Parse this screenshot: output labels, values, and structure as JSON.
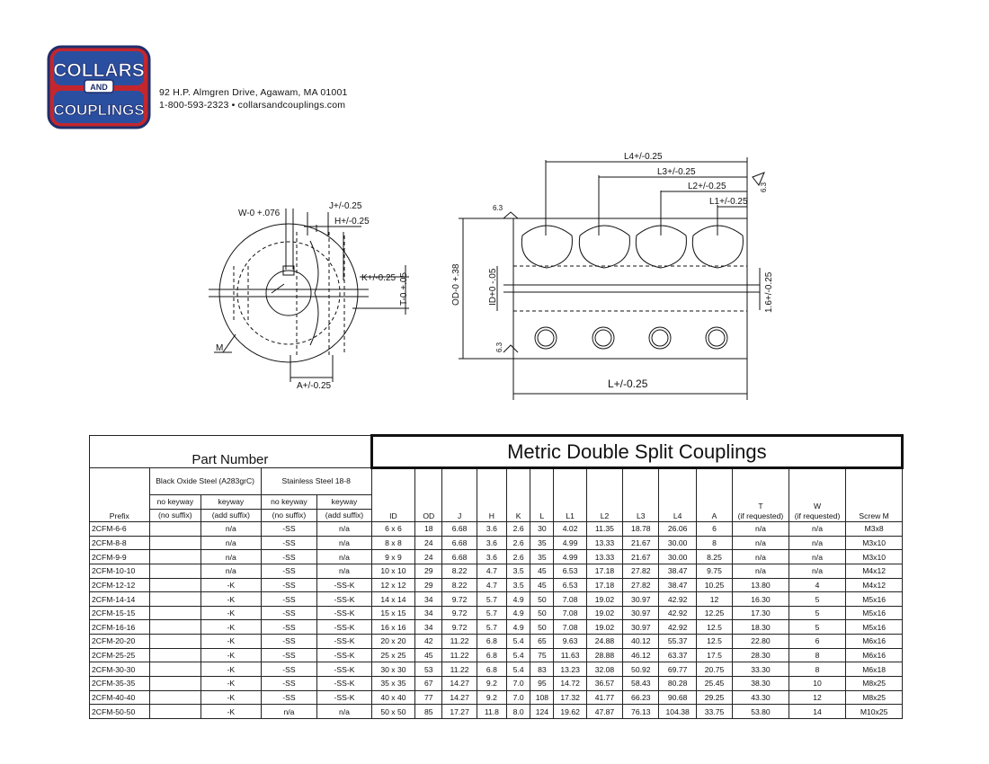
{
  "brand": {
    "logo_line1": "COLLARS",
    "logo_and": "AND",
    "logo_line2": "COUPLINGS",
    "address": "92 H.P. Almgren Drive, Agawam, MA 01001",
    "contact": "1-800-593-2323 • collarsandcouplings.com",
    "colors": {
      "blue": "#2b4fa0",
      "red": "#c4262e",
      "navy": "#1f2f6b"
    }
  },
  "drawing_labels": {
    "w": "W-0 +.076",
    "j": "J+/-0.25",
    "h": "H+/-0.25",
    "k": "K+/-0.25",
    "t": "T-0 +.05",
    "m": "M",
    "a": "A+/-0.25",
    "l4": "L4+/-0.25",
    "l3": "L3+/-0.25",
    "l2": "L2+/-0.25",
    "l1": "L1+/-0.25",
    "od": "OD-0 +.38",
    "id": "ID+0 -.05",
    "gap": "1.6+/-0.25",
    "l": "L+/-0.25",
    "finish": "6.3"
  },
  "table": {
    "part_number": "Part Number",
    "title": "Metric Double Split Couplings",
    "group_black": "Black Oxide Steel (A283grC)",
    "group_stainless": "Stainless Steel 18-8",
    "sub_no_keyway": "no keyway",
    "sub_keyway": "keyway",
    "sub_no_suffix": "(no suffix)",
    "sub_add_suffix": "(add suffix)",
    "col_prefix": "Prefix",
    "col_id": "ID",
    "col_od": "OD",
    "col_j": "J",
    "col_h": "H",
    "col_k": "K",
    "col_l": "L",
    "col_l1": "L1",
    "col_l2": "L2",
    "col_l3": "L3",
    "col_l4": "L4",
    "col_a": "A",
    "col_t": "T",
    "col_w": "W",
    "col_if": "(if requested)",
    "col_screw": "Screw M",
    "rows": [
      [
        "2CFM-6-6",
        "",
        "n/a",
        "-SS",
        "n/a",
        "6 x 6",
        "18",
        "6.68",
        "3.6",
        "2.6",
        "30",
        "4.02",
        "11.35",
        "18.78",
        "26.06",
        "6",
        "n/a",
        "n/a",
        "M3x8"
      ],
      [
        "2CFM-8-8",
        "",
        "n/a",
        "-SS",
        "n/a",
        "8 x 8",
        "24",
        "6.68",
        "3.6",
        "2.6",
        "35",
        "4.99",
        "13.33",
        "21.67",
        "30.00",
        "8",
        "n/a",
        "n/a",
        "M3x10"
      ],
      [
        "2CFM-9-9",
        "",
        "n/a",
        "-SS",
        "n/a",
        "9 x 9",
        "24",
        "6.68",
        "3.6",
        "2.6",
        "35",
        "4.99",
        "13.33",
        "21.67",
        "30.00",
        "8.25",
        "n/a",
        "n/a",
        "M3x10"
      ],
      [
        "2CFM-10-10",
        "",
        "n/a",
        "-SS",
        "n/a",
        "10 x 10",
        "29",
        "8.22",
        "4.7",
        "3.5",
        "45",
        "6.53",
        "17.18",
        "27.82",
        "38.47",
        "9.75",
        "n/a",
        "n/a",
        "M4x12"
      ],
      [
        "2CFM-12-12",
        "",
        "-K",
        "-SS",
        "-SS-K",
        "12 x 12",
        "29",
        "8.22",
        "4.7",
        "3.5",
        "45",
        "6.53",
        "17.18",
        "27.82",
        "38.47",
        "10.25",
        "13.80",
        "4",
        "M4x12"
      ],
      [
        "2CFM-14-14",
        "",
        "-K",
        "-SS",
        "-SS-K",
        "14 x 14",
        "34",
        "9.72",
        "5.7",
        "4.9",
        "50",
        "7.08",
        "19.02",
        "30.97",
        "42.92",
        "12",
        "16.30",
        "5",
        "M5x16"
      ],
      [
        "2CFM-15-15",
        "",
        "-K",
        "-SS",
        "-SS-K",
        "15 x 15",
        "34",
        "9.72",
        "5.7",
        "4.9",
        "50",
        "7.08",
        "19.02",
        "30.97",
        "42.92",
        "12.25",
        "17.30",
        "5",
        "M5x16"
      ],
      [
        "2CFM-16-16",
        "",
        "-K",
        "-SS",
        "-SS-K",
        "16 x 16",
        "34",
        "9.72",
        "5.7",
        "4.9",
        "50",
        "7.08",
        "19.02",
        "30.97",
        "42.92",
        "12.5",
        "18.30",
        "5",
        "M5x16"
      ],
      [
        "2CFM-20-20",
        "",
        "-K",
        "-SS",
        "-SS-K",
        "20 x 20",
        "42",
        "11.22",
        "6.8",
        "5.4",
        "65",
        "9.63",
        "24.88",
        "40.12",
        "55.37",
        "12.5",
        "22.80",
        "6",
        "M6x16"
      ],
      [
        "2CFM-25-25",
        "",
        "-K",
        "-SS",
        "-SS-K",
        "25 x 25",
        "45",
        "11.22",
        "6.8",
        "5.4",
        "75",
        "11.63",
        "28.88",
        "46.12",
        "63.37",
        "17.5",
        "28.30",
        "8",
        "M6x16"
      ],
      [
        "2CFM-30-30",
        "",
        "-K",
        "-SS",
        "-SS-K",
        "30 x 30",
        "53",
        "11.22",
        "6.8",
        "5.4",
        "83",
        "13.23",
        "32.08",
        "50.92",
        "69.77",
        "20.75",
        "33.30",
        "8",
        "M6x18"
      ],
      [
        "2CFM-35-35",
        "",
        "-K",
        "-SS",
        "-SS-K",
        "35 x 35",
        "67",
        "14.27",
        "9.2",
        "7.0",
        "95",
        "14.72",
        "36.57",
        "58.43",
        "80.28",
        "25.45",
        "38.30",
        "10",
        "M8x25"
      ],
      [
        "2CFM-40-40",
        "",
        "-K",
        "-SS",
        "-SS-K",
        "40 x 40",
        "77",
        "14.27",
        "9.2",
        "7.0",
        "108",
        "17.32",
        "41.77",
        "66.23",
        "90.68",
        "29.25",
        "43.30",
        "12",
        "M8x25"
      ],
      [
        "2CFM-50-50",
        "",
        "-K",
        "n/a",
        "n/a",
        "50 x 50",
        "85",
        "17.27",
        "11.8",
        "8.0",
        "124",
        "19.62",
        "47.87",
        "76.13",
        "104.38",
        "33.75",
        "53.80",
        "14",
        "M10x25"
      ]
    ]
  }
}
